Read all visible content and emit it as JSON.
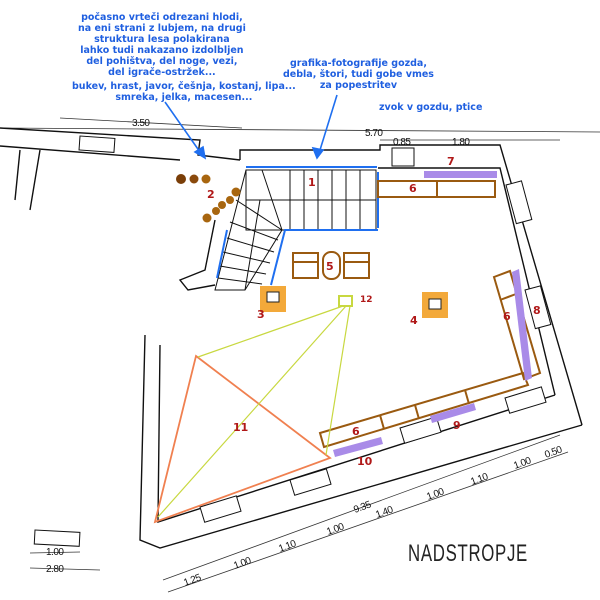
{
  "title": "NADSTROPJE",
  "notes": {
    "logs": [
      "počasno vrteči odrezani hlodi,",
      "na eni strani z lubjem, na drugi",
      "struktura lesa polakirana",
      "lahko tudi nakazano izdolbljen",
      "del pohištva, del noge, vezi,",
      "del igrače-ostržek..."
    ],
    "species": [
      "bukev, hrast, javor, češnja, kostanj, lipa...",
      "smreka, jelka, macesen..."
    ],
    "graphics": [
      "grafika-fotografije gozda,",
      "debla, štori, tudi gobe vmes",
      "za popestritev"
    ],
    "sound": "zvok v gozdu, ptice"
  },
  "labels": [
    "1",
    "2",
    "3",
    "4",
    "5",
    "6",
    "6",
    "6",
    "7",
    "8",
    "9",
    "10",
    "11",
    "12"
  ],
  "dimensions": {
    "top_left": "3.50",
    "top_total": "5.70",
    "top_a": "0.85",
    "top_b": "1.80",
    "bottom_total": "9.35",
    "bottom_segments": [
      "1.25",
      "1.00",
      "1.10",
      "1.00",
      "1.40",
      "1.00",
      "1.10",
      "1.00",
      "0.50"
    ],
    "left_a": "1.00",
    "left_b": "2.80"
  },
  "colors": {
    "annotation": "#1f5fe0",
    "label": "#b01818",
    "furniture": "#9a5a10",
    "purple": "#a98be8",
    "orange": "#f3a93a",
    "triangle": "#f08050",
    "sightline": "#c8d840"
  }
}
